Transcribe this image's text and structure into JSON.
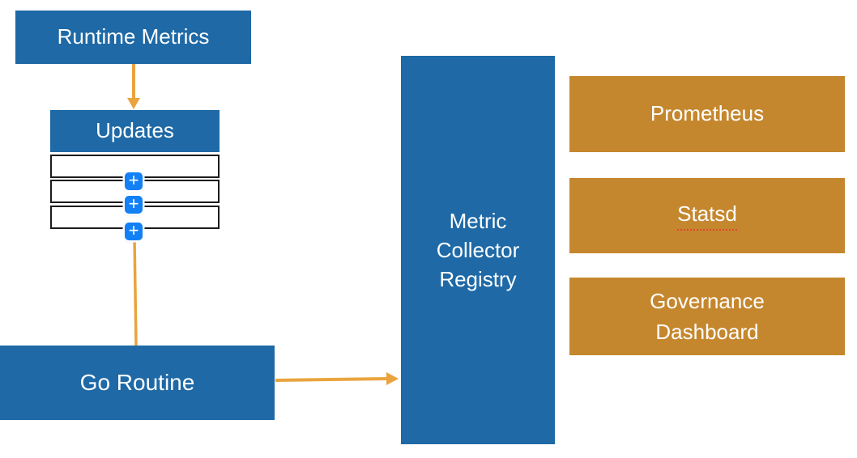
{
  "diagram": {
    "nodes": {
      "runtime_metrics": {
        "label": "Runtime Metrics"
      },
      "updates": {
        "label": "Updates"
      },
      "go_routine": {
        "label": "Go Routine"
      },
      "metric_collector_registry": {
        "lines": [
          "Metric",
          "Collector",
          "Registry"
        ]
      },
      "prometheus": {
        "label": "Prometheus"
      },
      "statsd": {
        "label": "Statsd"
      },
      "governance_dashboard": {
        "lines": [
          "Governance",
          "Dashboard"
        ]
      }
    },
    "update_queue": {
      "row_count": 3,
      "add_button_glyph": "+"
    },
    "colors": {
      "node_blue": "#1E69A6",
      "node_orange": "#C5872E",
      "arrow_orange": "#E9A43E",
      "add_button_blue": "#1380F6",
      "spellcheck_red": "#E0442F"
    }
  }
}
